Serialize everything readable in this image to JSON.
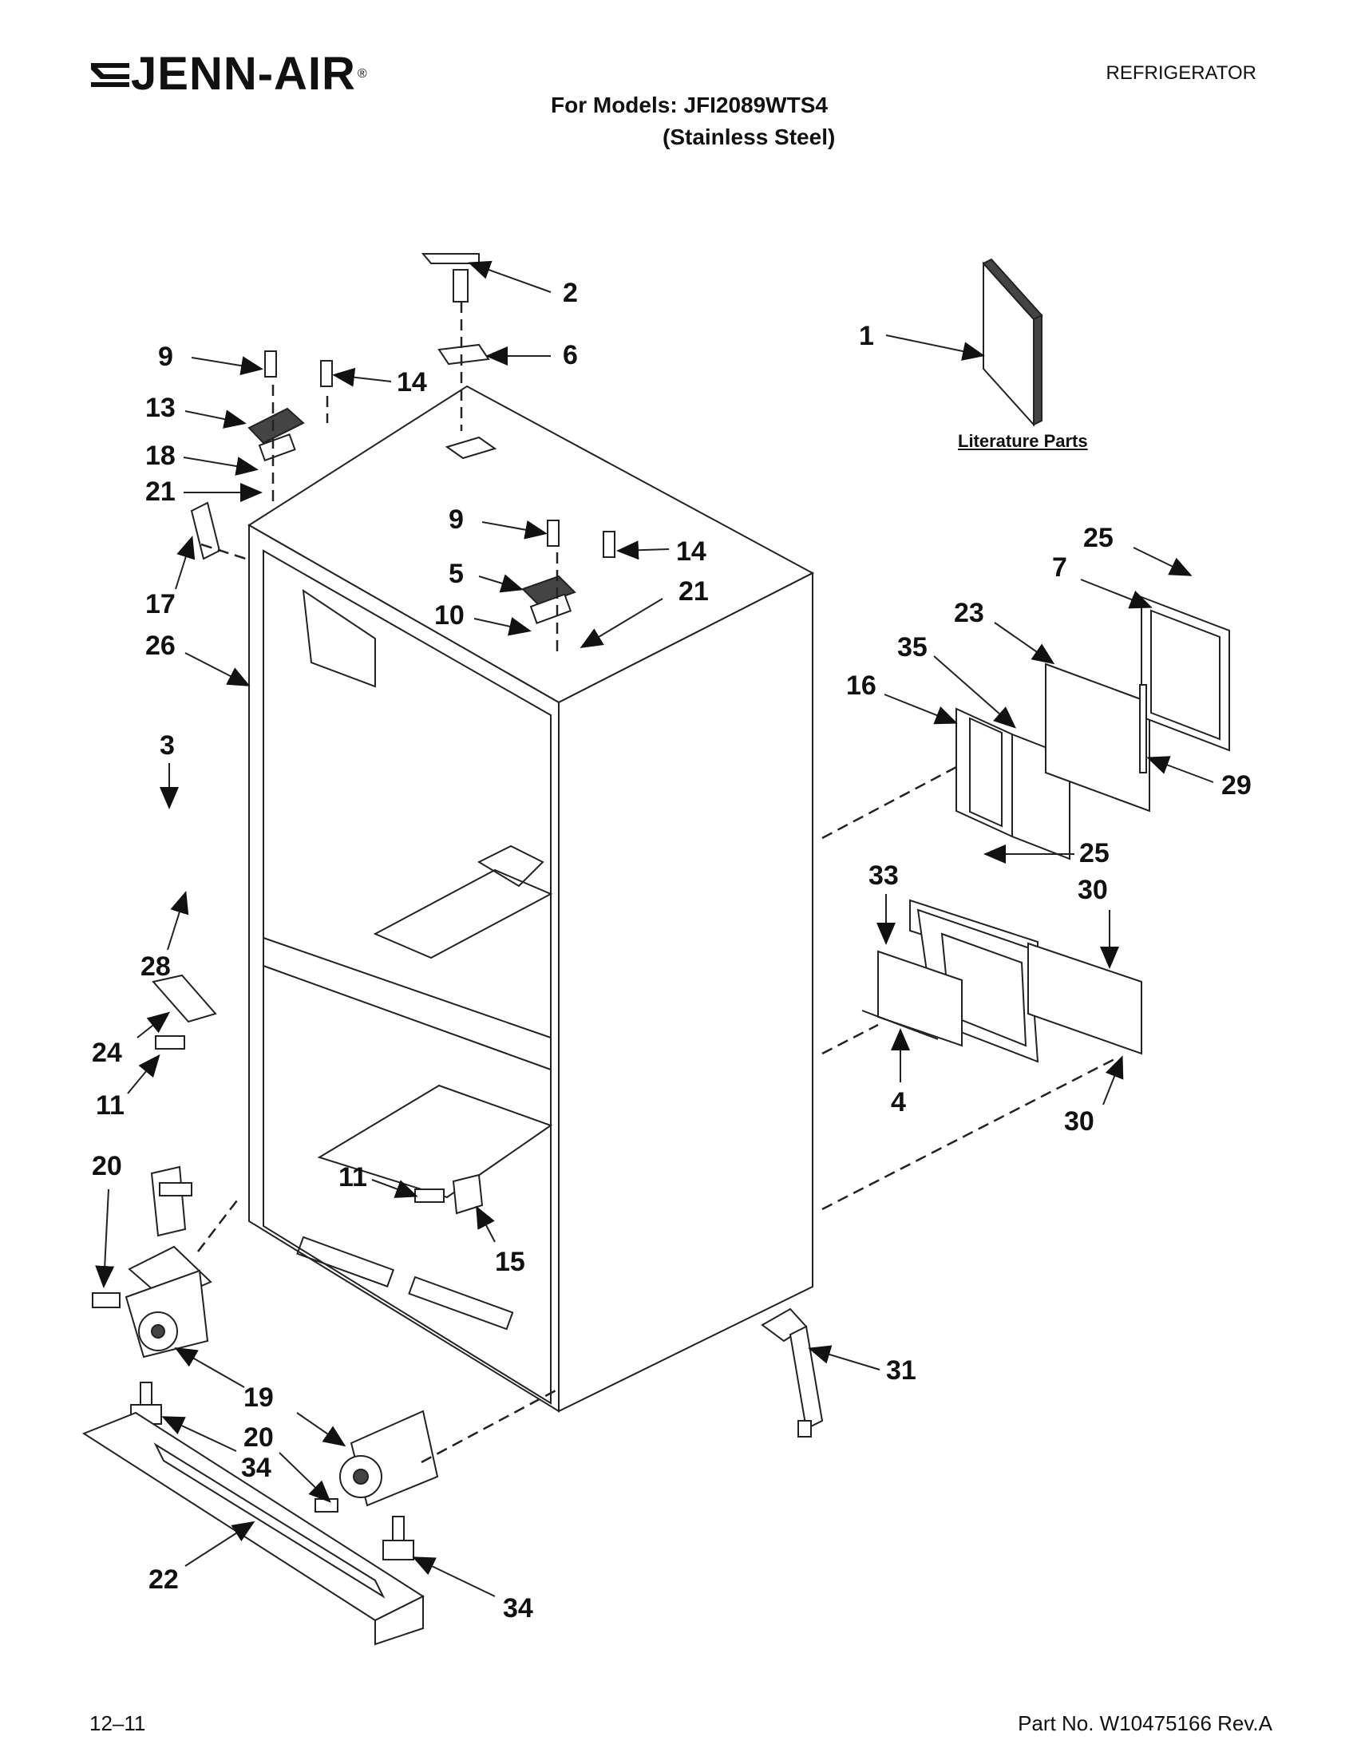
{
  "header": {
    "brand": "JENN-AIR",
    "brand_mark": "®",
    "doc_type": "REFRIGERATOR",
    "models_line1": "For Models: JFI2089WTS4",
    "models_line2": "(Stainless Steel)"
  },
  "literature_label": "Literature Parts",
  "callouts": [
    "2",
    "6",
    "1",
    "9",
    "14",
    "13",
    "18",
    "21",
    "17",
    "26",
    "9",
    "14",
    "5",
    "10",
    "21",
    "25",
    "7",
    "23",
    "35",
    "16",
    "29",
    "3",
    "28",
    "24",
    "11",
    "20",
    "25",
    "30",
    "33",
    "4",
    "30",
    "11",
    "15",
    "19",
    "20",
    "34",
    "22",
    "34",
    "31"
  ],
  "icons": {
    "brand_logo": "jenn-air-logo-icon"
  },
  "footer": {
    "date": "12–11",
    "part_no": "Part No. W10475166 Rev.A"
  }
}
